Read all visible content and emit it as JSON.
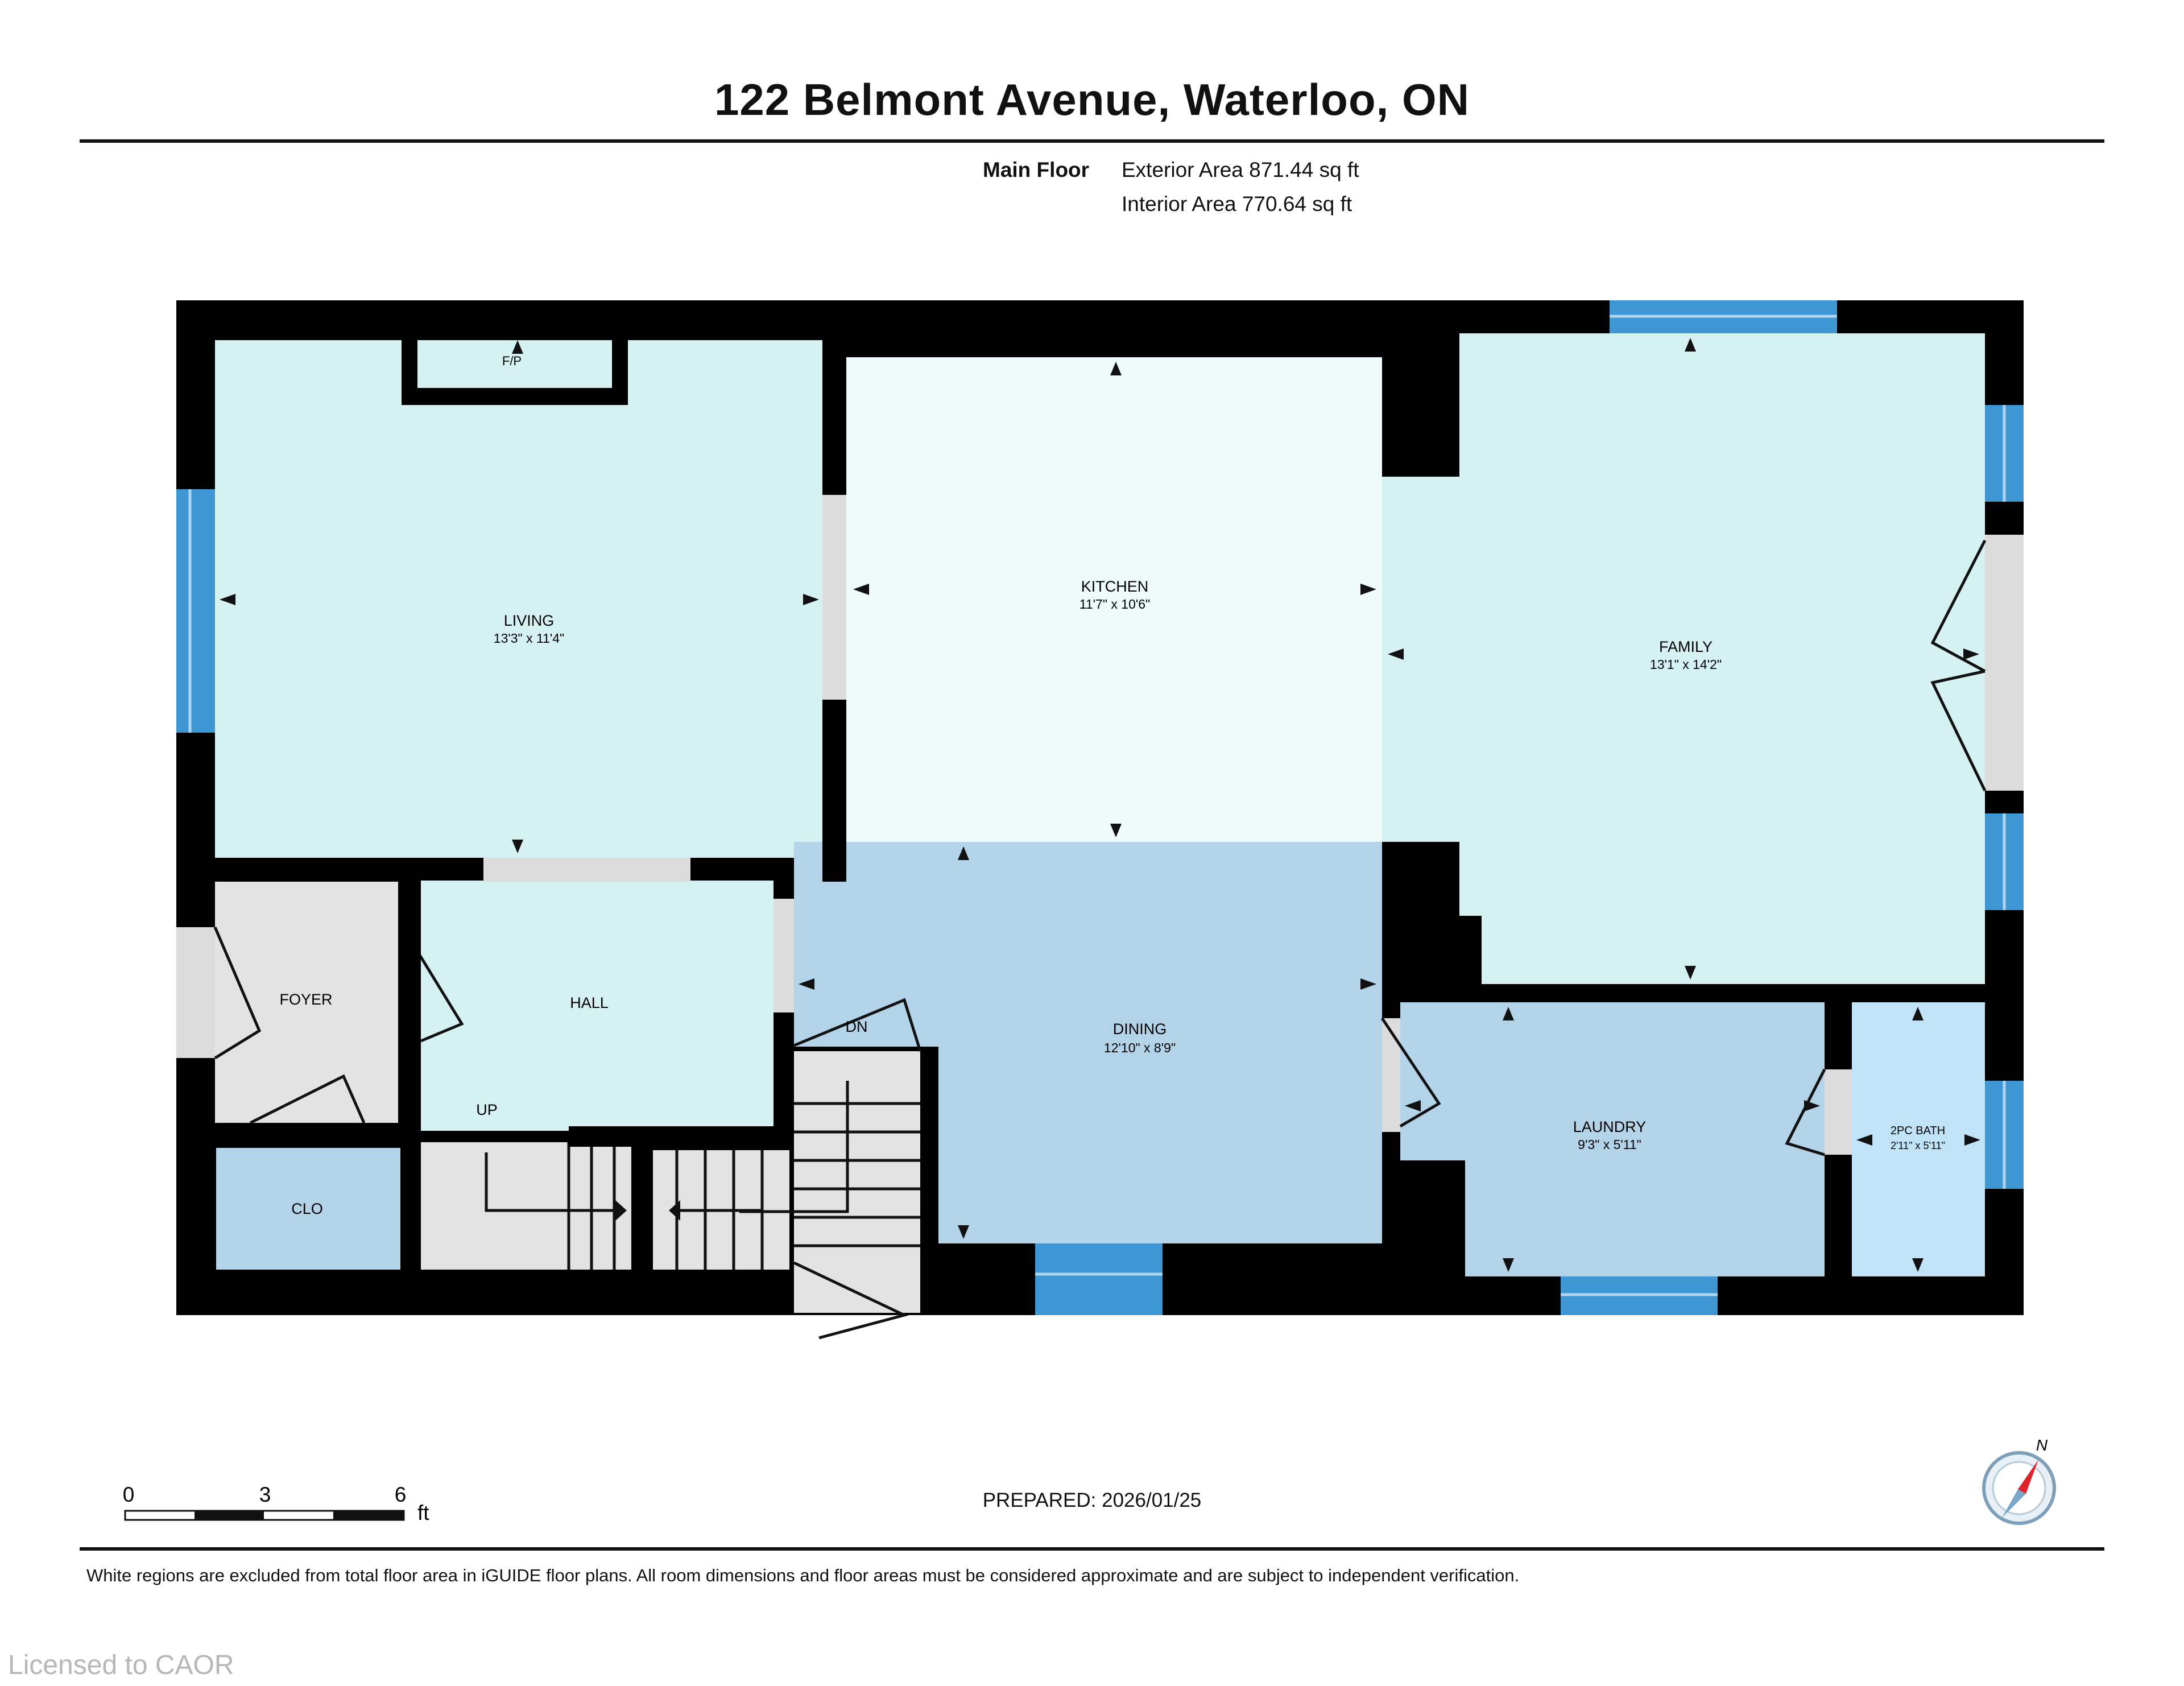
{
  "header": {
    "title": "122 Belmont Avenue, Waterloo, ON",
    "floor_label": "Main Floor",
    "exterior_area": "Exterior Area 871.44 sq ft",
    "interior_area": "Interior Area 770.64 sq ft"
  },
  "rooms": {
    "living": {
      "name": "LIVING",
      "dims": "13'3\" x 11'4\""
    },
    "kitchen": {
      "name": "KITCHEN",
      "dims": "11'7\" x 10'6\""
    },
    "family": {
      "name": "FAMILY",
      "dims": "13'1\" x 14'2\""
    },
    "dining": {
      "name": "DINING",
      "dims": "12'10\" x 8'9\""
    },
    "laundry": {
      "name": "LAUNDRY",
      "dims": "9'3\" x 5'11\""
    },
    "bath": {
      "name": "2PC BATH",
      "dims": "2'11\" x 5'11\""
    },
    "foyer": {
      "name": "FOYER"
    },
    "hall": {
      "name": "HALL"
    },
    "closet": {
      "name": "CLO"
    },
    "fireplace": {
      "name": "F/P"
    }
  },
  "stairs": {
    "up_label": "UP",
    "down_label": "DN"
  },
  "scale": {
    "ticks": [
      "0",
      "3",
      "6"
    ],
    "unit": "ft"
  },
  "compass": {
    "north_label": "N"
  },
  "footer": {
    "prepared": "PREPARED: 2026/01/25",
    "disclaimer": "White regions are excluded from total floor area in iGUIDE floor plans. All room dimensions and floor areas must be considered approximate and are subject to independent verification.",
    "watermark": "Licensed to CAOR"
  },
  "colors": {
    "wall": "#000000",
    "light_room": "#d6f1f2",
    "kitchen_room": "#effbfa",
    "blue_room": "#b3d3e8",
    "bath_room": "#c0e3f7",
    "gray_room": "#e3e3e3",
    "window": "#3e97d3"
  }
}
